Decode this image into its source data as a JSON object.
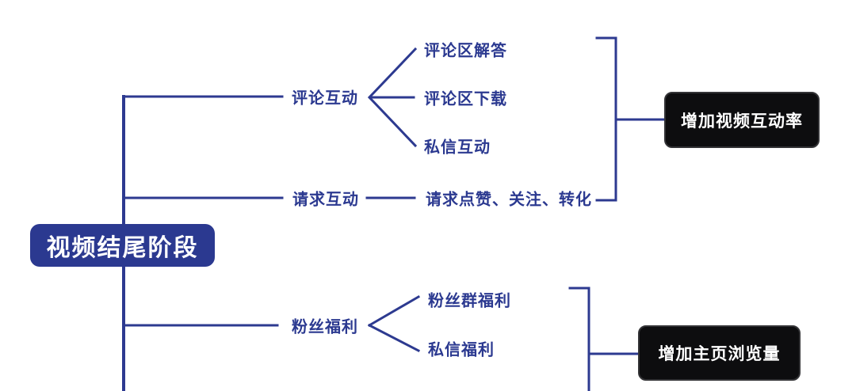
{
  "diagram": {
    "root": {
      "label": "视频结尾阶段"
    },
    "branches": [
      {
        "label": "评论互动",
        "children": [
          "评论区解答",
          "评论区下载",
          "私信互动"
        ]
      },
      {
        "label": "请求互动",
        "children": [
          "请求点赞、关注、转化"
        ]
      },
      {
        "label": "粉丝福利",
        "children": [
          "粉丝群福利",
          "私信福利"
        ]
      }
    ],
    "outcomes": [
      {
        "label": "增加视频互动率"
      },
      {
        "label": "增加主页浏览量"
      }
    ],
    "colors": {
      "navy": "#2b3990",
      "line": "#2d3a90",
      "outcome_bg": "#0d0d0f",
      "outcome_border": "#333336",
      "text_on_dark": "#ffffff",
      "background": "#ffffff"
    }
  }
}
